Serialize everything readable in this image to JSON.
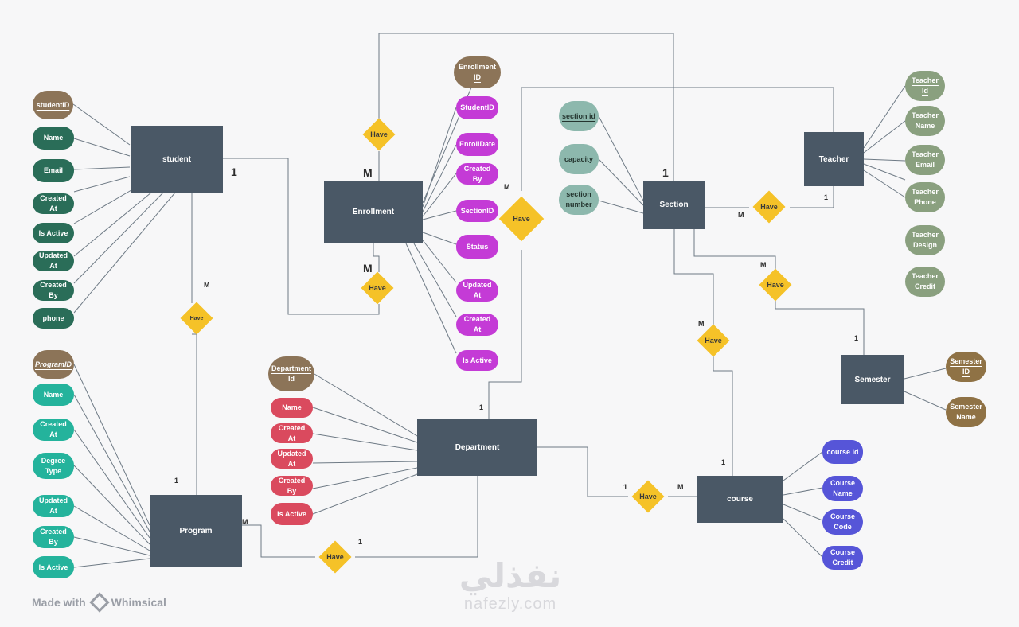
{
  "entities": {
    "student": "student",
    "enrollment": "Enrollment",
    "section": "Section",
    "teacher": "Teacher",
    "semester": "Semester",
    "program": "Program",
    "department": "Department",
    "course": "course"
  },
  "attributes": {
    "student": [
      "studentID",
      "Name",
      "Email",
      "Created At",
      "Is Active",
      "Updated At",
      "Created By",
      "phone"
    ],
    "enrollment": [
      "Enrollment ID",
      "StudentID",
      "EnrollDate",
      "Created By",
      "SectionID",
      "Status",
      "Updated At",
      "Created At",
      "Is Active"
    ],
    "section": [
      "section id",
      "capacity",
      "section number"
    ],
    "teacher": [
      "Teacher Id",
      "Teacher Name",
      "Teacher Email",
      "Teacher Phone",
      "Teacher Design",
      "Teacher Credit"
    ],
    "semester": [
      "Semester ID",
      "Semester Name"
    ],
    "program": [
      "ProgramID",
      "Name",
      "Created At",
      "Degree Type",
      "Updated At",
      "Created By",
      "Is Active"
    ],
    "department": [
      "Department Id",
      "Name",
      "Created At",
      "Updated At",
      "Created By",
      "Is Active"
    ],
    "course": [
      "course Id",
      "Course Name",
      "Course Code",
      "Course Credit"
    ]
  },
  "relationships": [
    {
      "id": "have-enroll-section",
      "label": "Have"
    },
    {
      "id": "have-enroll-student",
      "label": "Have"
    },
    {
      "id": "have-section-enroll",
      "label": "Have"
    },
    {
      "id": "have-section-teacher",
      "label": "Have"
    },
    {
      "id": "have-section-semester",
      "label": "Have"
    },
    {
      "id": "have-section-course",
      "label": "Have"
    },
    {
      "id": "have-student-program",
      "label": "Have"
    },
    {
      "id": "have-dept-program",
      "label": "Have"
    },
    {
      "id": "have-dept-course",
      "label": "Have"
    }
  ],
  "cardinalities": {
    "student_one": "1",
    "enroll_m_top": "M",
    "enroll_m_bottom": "M",
    "section_one": "1",
    "section_m_teacher": "M",
    "teacher_one": "1",
    "section_m_semester": "M",
    "semester_one": "1",
    "section_m_course": "M",
    "course_one": "1",
    "enroll_m_section": "M",
    "student_m_program": "M",
    "program_one": "1",
    "program_m": "M",
    "dept_one_program": "1",
    "dept_one_top": "1",
    "dept_one_course": "1",
    "course_m": "M"
  },
  "footer": {
    "made_with": "Made with",
    "brand": "Whimsical"
  },
  "watermark": {
    "arabic": "نفذلي",
    "latin": "nafezly.com"
  },
  "colors": {
    "entity": "#4a5866",
    "relationship": "#f5c228",
    "student_attr": "#2a6d58",
    "program_attr": "#24b39c",
    "enrollment_attr": "#c43bd6",
    "department_attr": "#da4a5e",
    "course_attr": "#5655d8",
    "teacher_attr": "#8aa07f",
    "section_attr": "#8db8ad",
    "key_attr": "#8c7458"
  }
}
